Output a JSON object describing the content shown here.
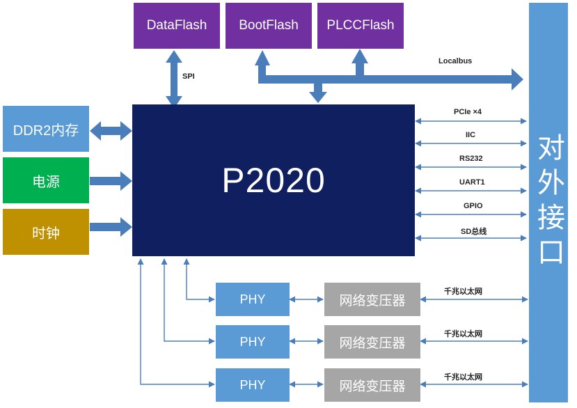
{
  "blocks": {
    "dataflash": "DataFlash",
    "bootflash": "BootFlash",
    "plccflash": "PLCCFlash",
    "ddr2": "DDR2内存",
    "power": "电源",
    "clock": "时钟",
    "cpu": "P2020",
    "external": "对外接口",
    "phy": [
      "PHY",
      "PHY",
      "PHY"
    ],
    "transformer": [
      "网络变压器",
      "网络变压器",
      "网络变压器"
    ]
  },
  "labels": {
    "spi": "SPI",
    "localbus": "Localbus",
    "buses": [
      "PCIe  ×4",
      "IIC",
      "RS232",
      "UART1",
      "GPIO",
      "SD总线"
    ],
    "ethernet": [
      "千兆以太网",
      "千兆以太网",
      "千兆以太网"
    ]
  },
  "colors": {
    "flash": "#7030A0",
    "side_blue": "#5B9BD5",
    "power": "#00B050",
    "clock": "#BF9000",
    "cpu": "#0F1F5F",
    "transformer": "#A6A6A6",
    "arrow": "#4A7EBB"
  }
}
